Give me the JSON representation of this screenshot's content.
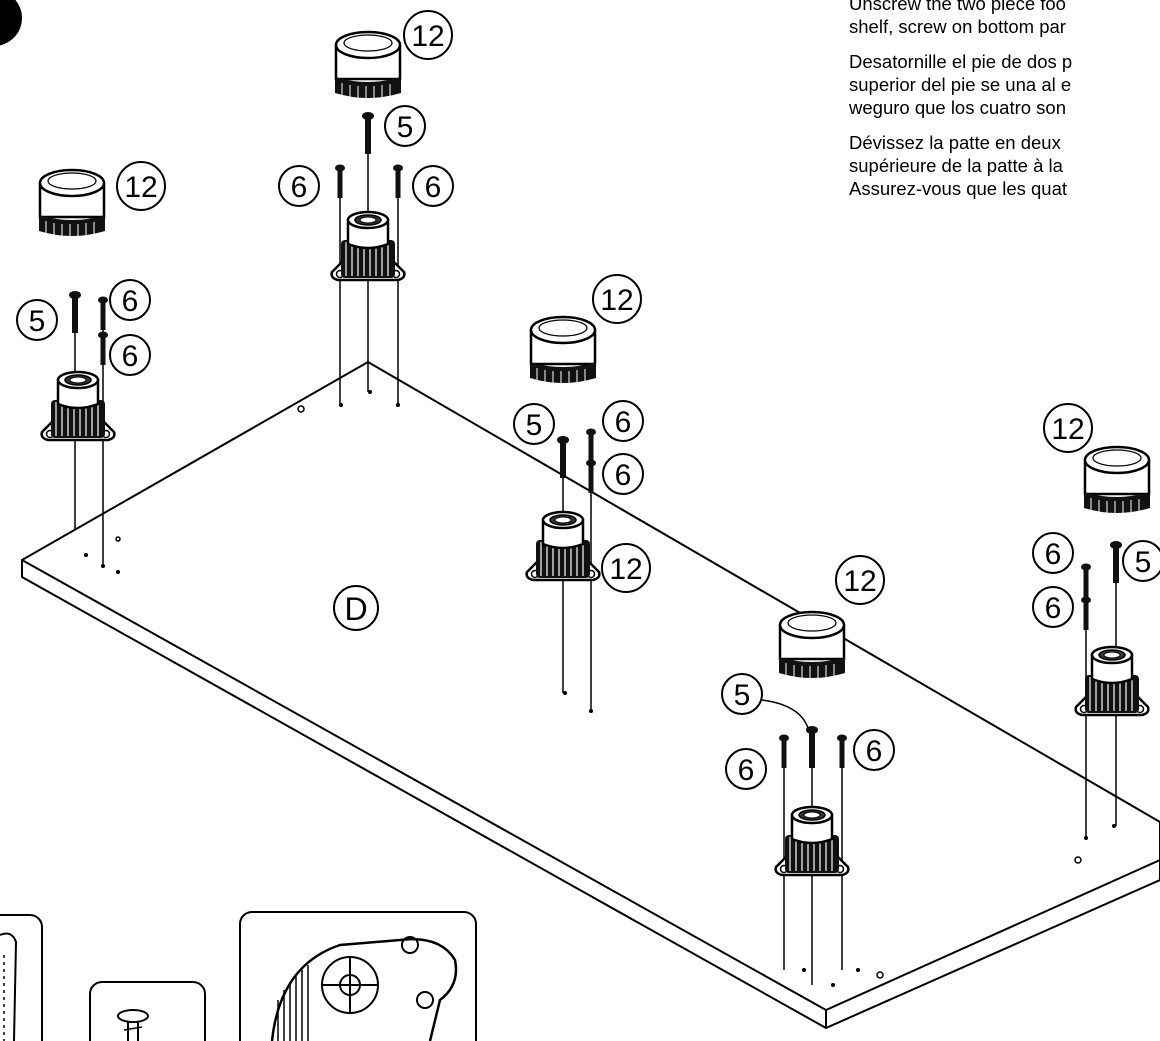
{
  "instructions": {
    "en": {
      "line1": "Unscrew the two piece foo",
      "line2": "shelf, screw on bottom par"
    },
    "es": {
      "line1": "Desatornille el pie de dos p",
      "line2": "superior del pie se una al e",
      "line3": "weguro que los cuatro son"
    },
    "fr": {
      "line1": "Dévissez la patte en deux",
      "line2": "supérieure de la patte à la",
      "line3": "Assurez-vous que les quat"
    }
  },
  "panel_label": "D",
  "callouts": {
    "cap": "12",
    "bolt": "5",
    "screw": "6"
  },
  "colors": {
    "line": "#000000",
    "background": "#ffffff"
  }
}
